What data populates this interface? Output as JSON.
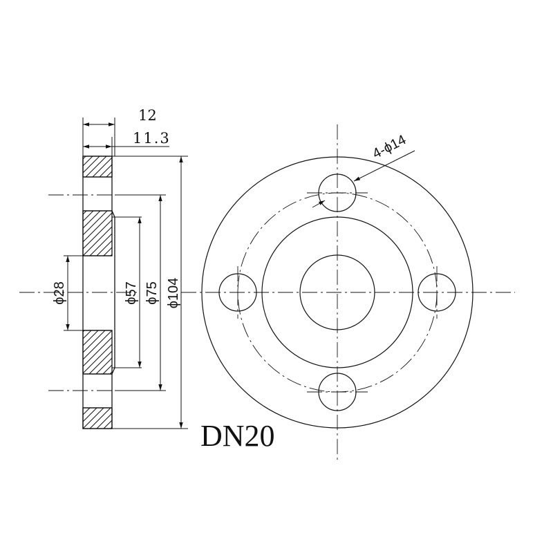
{
  "drawing": {
    "title": "DN20",
    "dimensions": {
      "thickness": "12",
      "hub_thickness": "11.3",
      "hole_spec": "4-ϕ14",
      "bore": "ϕ28",
      "raised_face": "ϕ57",
      "bolt_circle": "ϕ75",
      "outer_diameter": "ϕ104"
    }
  },
  "colors": {
    "line": "#111111",
    "background": "#ffffff"
  }
}
